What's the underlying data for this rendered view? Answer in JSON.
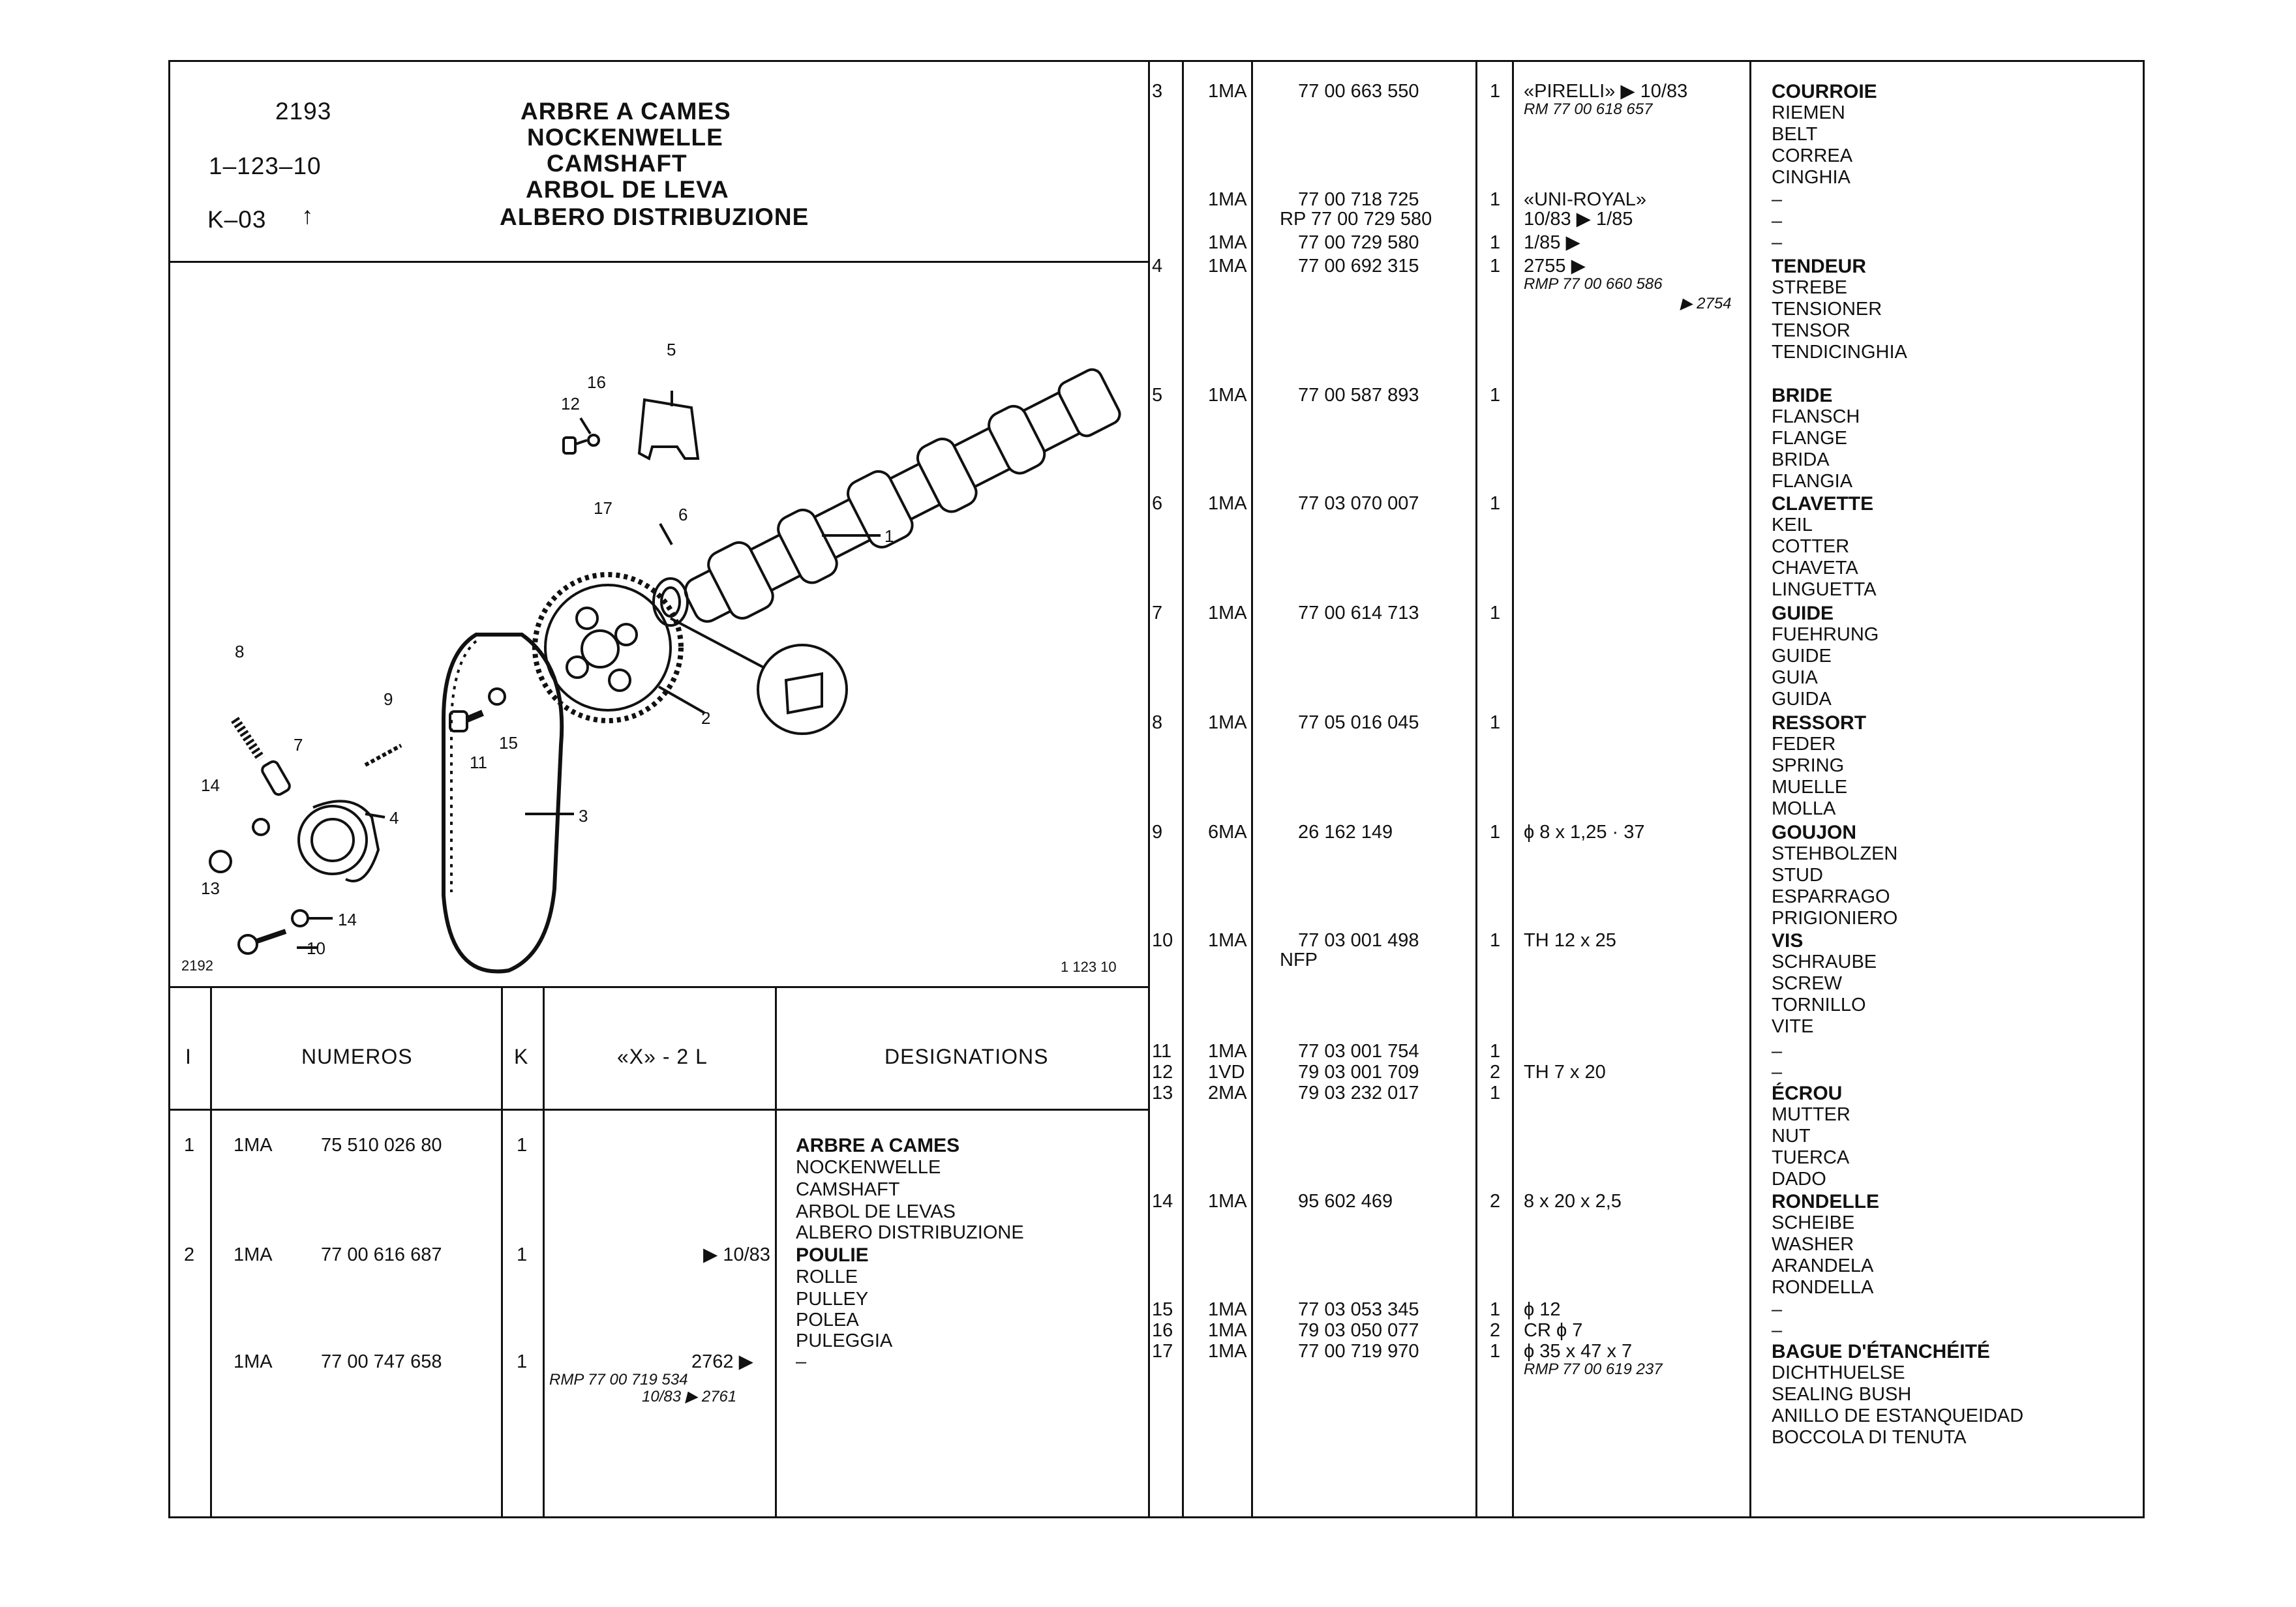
{
  "header": {
    "code": "2193",
    "section": "1–123–10",
    "key": "K–03",
    "arrow": "↑",
    "titles": [
      "ARBRE A CAMES",
      "NOCKENWELLE",
      "CAMSHAFT",
      "ARBOL DE LEVA",
      "ALBERO DISTRIBUZIONE"
    ]
  },
  "illustration": {
    "ref_left": "2192",
    "ref_right": "1 123 10",
    "callouts": [
      "1",
      "2",
      "3",
      "4",
      "5",
      "6",
      "7",
      "8",
      "9",
      "10",
      "11",
      "12",
      "13",
      "14",
      "14",
      "15",
      "16",
      "17"
    ]
  },
  "left_columns": {
    "col1": "I",
    "col2": "NUMEROS",
    "col3": "K",
    "col4": "«X» - 2 L",
    "col5": "DESIGNATIONS"
  },
  "left_rows": [
    {
      "item": "1",
      "mod": "1MA",
      "num": "75 510 026 80",
      "qty": "1",
      "note": "",
      "desig": [
        "ARBRE A CAMES",
        "NOCKENWELLE",
        "CAMSHAFT",
        "ARBOL DE LEVAS",
        "ALBERO DISTRIBUZIONE"
      ]
    },
    {
      "item": "2",
      "mod": "1MA",
      "num": "77 00 616 687",
      "qty": "1",
      "note": "▶ 10/83",
      "desig": [
        "POULIE",
        "ROLLE",
        "PULLEY",
        "POLEA",
        "PULEGGIA"
      ]
    },
    {
      "item": "",
      "mod": "1MA",
      "num": "77 00 747 658",
      "qty": "1",
      "note": "2762 ▶",
      "note2": "RMP 77 00 719 534",
      "note3": "10/83 ▶ 2761",
      "desig": [
        "–"
      ]
    }
  ],
  "right_rows": [
    {
      "item": "3",
      "mod": "1MA",
      "num": "77 00 663 550",
      "qty": "1",
      "note": "«PIRELLI»   ▶ 10/83",
      "note2": "RM 77 00 618 657",
      "desig": [
        "COURROIE",
        "RIEMEN",
        "BELT",
        "CORREA",
        "CINGHIA"
      ]
    },
    {
      "item": "",
      "mod": "1MA",
      "num": "77 00 718 725",
      "num2": "RP 77 00 729 580",
      "qty": "1",
      "note": "«UNI-ROYAL»",
      "note2": "10/83 ▶ 1/85",
      "desig": [
        "–",
        "–"
      ]
    },
    {
      "item": "",
      "mod": "1MA",
      "num": "77 00 729 580",
      "qty": "1",
      "note": "1/85 ▶",
      "desig": [
        "–"
      ]
    },
    {
      "item": "4",
      "mod": "1MA",
      "num": "77 00 692 315",
      "qty": "1",
      "note": "2755 ▶",
      "note2": "RMP 77 00 660 586",
      "note3": "▶ 2754",
      "desig": [
        "TENDEUR",
        "STREBE",
        "TENSIONER",
        "TENSOR",
        "TENDICINGHIA"
      ]
    },
    {
      "item": "5",
      "mod": "1MA",
      "num": "77 00 587 893",
      "qty": "1",
      "note": "",
      "desig": [
        "BRIDE",
        "FLANSCH",
        "FLANGE",
        "BRIDA",
        "FLANGIA"
      ]
    },
    {
      "item": "6",
      "mod": "1MA",
      "num": "77 03 070 007",
      "qty": "1",
      "note": "",
      "desig": [
        "CLAVETTE",
        "KEIL",
        "COTTER",
        "CHAVETA",
        "LINGUETTA"
      ]
    },
    {
      "item": "7",
      "mod": "1MA",
      "num": "77 00 614 713",
      "qty": "1",
      "note": "",
      "desig": [
        "GUIDE",
        "FUEHRUNG",
        "GUIDE",
        "GUIA",
        "GUIDA"
      ]
    },
    {
      "item": "8",
      "mod": "1MA",
      "num": "77 05 016 045",
      "qty": "1",
      "note": "",
      "desig": [
        "RESSORT",
        "FEDER",
        "SPRING",
        "MUELLE",
        "MOLLA"
      ]
    },
    {
      "item": "9",
      "mod": "6MA",
      "num": "26 162 149",
      "qty": "1",
      "note": "ϕ 8 x 1,25 · 37",
      "desig": [
        "GOUJON",
        "STEHBOLZEN",
        "STUD",
        "ESPARRAGO",
        "PRIGIONIERO"
      ]
    },
    {
      "item": "10",
      "mod": "1MA",
      "num": "77 03 001 498",
      "num2": "NFP",
      "qty": "1",
      "note": "TH 12 x 25",
      "desig": [
        "VIS",
        "SCHRAUBE",
        "SCREW",
        "TORNILLO",
        "VITE"
      ]
    },
    {
      "item": "11",
      "mod": "1MA",
      "num": "77 03 001 754",
      "qty": "1",
      "note": "",
      "desig": [
        "–"
      ]
    },
    {
      "item": "12",
      "mod": "1VD",
      "num": "79 03 001 709",
      "qty": "2",
      "note": "TH 7 x 20",
      "desig": [
        "–"
      ]
    },
    {
      "item": "13",
      "mod": "2MA",
      "num": "79 03 232 017",
      "qty": "1",
      "note": "",
      "desig": [
        "ÉCROU",
        "MUTTER",
        "NUT",
        "TUERCA",
        "DADO"
      ]
    },
    {
      "item": "14",
      "mod": "1MA",
      "num": "95 602 469",
      "qty": "2",
      "note": "8 x 20 x 2,5",
      "desig": [
        "RONDELLE",
        "SCHEIBE",
        "WASHER",
        "ARANDELA",
        "RONDELLA"
      ]
    },
    {
      "item": "15",
      "mod": "1MA",
      "num": "77 03 053 345",
      "qty": "1",
      "note": "ϕ 12",
      "desig": [
        "–"
      ]
    },
    {
      "item": "16",
      "mod": "1MA",
      "num": "79 03 050 077",
      "qty": "2",
      "note": "CR ϕ 7",
      "desig": [
        "–"
      ]
    },
    {
      "item": "17",
      "mod": "1MA",
      "num": "77 00 719 970",
      "qty": "1",
      "note": "ϕ 35 x 47 x 7",
      "note2": "RMP 77 00 619 237",
      "desig": [
        "BAGUE D'ÉTANCHÉITÉ",
        "DICHTHUELSE",
        "SEALING BUSH",
        "ANILLO DE ESTANQUEIDAD",
        "BOCCOLA DI TENUTA"
      ]
    }
  ]
}
